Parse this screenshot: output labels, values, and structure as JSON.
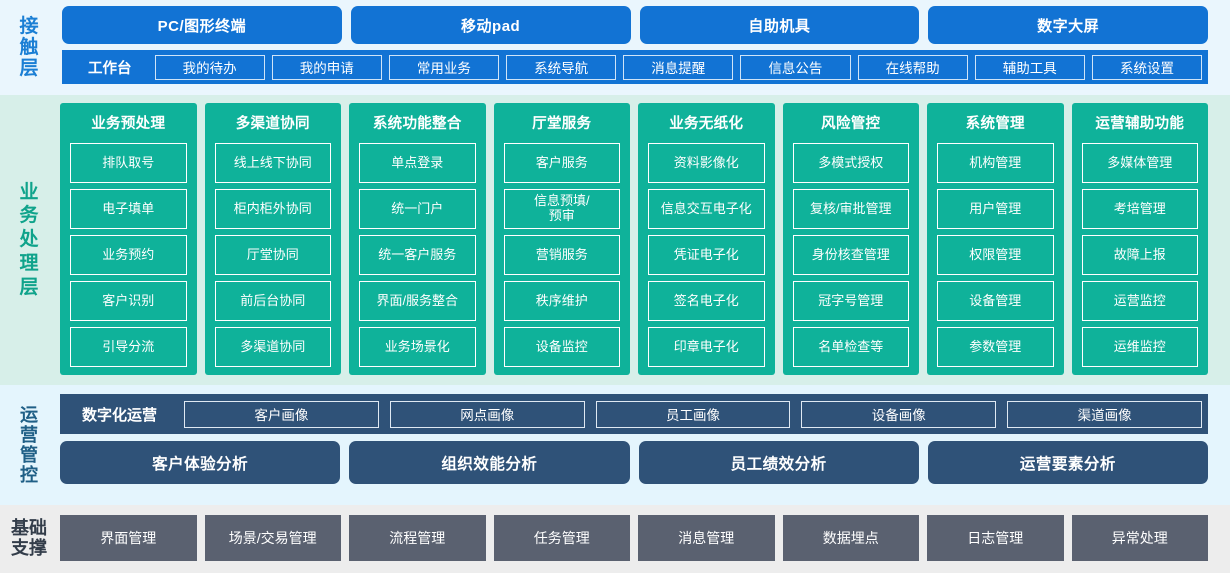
{
  "layers": {
    "contact": {
      "label": "接触层",
      "label_chars": [
        "接",
        "触",
        "层"
      ],
      "channels": [
        "PC/图形终端",
        "移动pad",
        "自助机具",
        "数字大屏"
      ],
      "nav_title": "工作台",
      "nav_items": [
        "我的待办",
        "我的申请",
        "常用业务",
        "系统导航",
        "消息提醒",
        "信息公告",
        "在线帮助",
        "辅助工具",
        "系统设置"
      ],
      "colors": {
        "background": "#eaf6fd",
        "accent": "#1273d4",
        "label": "#1b7fd4"
      }
    },
    "business": {
      "label": "业务处理层",
      "label_chars": [
        "业",
        "务",
        "处",
        "理",
        "层"
      ],
      "colors": {
        "background": "#d7efe9",
        "accent": "#0fb29a",
        "label": "#0fa38b"
      },
      "columns": [
        {
          "title": "业务预处理",
          "items": [
            "排队取号",
            "电子填单",
            "业务预约",
            "客户识别",
            "引导分流"
          ]
        },
        {
          "title": "多渠道协同",
          "items": [
            "线上线下协同",
            "柜内柜外协同",
            "厅堂协同",
            "前后台协同",
            "多渠道协同"
          ]
        },
        {
          "title": "系统功能整合",
          "items": [
            "单点登录",
            "统一门户",
            "统一客户服务",
            "界面/服务整合",
            "业务场景化"
          ]
        },
        {
          "title": "厅堂服务",
          "items": [
            "客户服务",
            "信息预填/\n预审",
            "营销服务",
            "秩序维护",
            "设备监控"
          ]
        },
        {
          "title": "业务无纸化",
          "items": [
            "资料影像化",
            "信息交互电子化",
            "凭证电子化",
            "签名电子化",
            "印章电子化"
          ]
        },
        {
          "title": "风险管控",
          "items": [
            "多模式授权",
            "复核/审批管理",
            "身份核查管理",
            "冠字号管理",
            "名单检查等"
          ]
        },
        {
          "title": "系统管理",
          "items": [
            "机构管理",
            "用户管理",
            "权限管理",
            "设备管理",
            "参数管理"
          ]
        },
        {
          "title": "运营辅助功能",
          "items": [
            "多媒体管理",
            "考培管理",
            "故障上报",
            "运营监控",
            "运维监控"
          ]
        }
      ]
    },
    "operation": {
      "label": "运营管控",
      "label_chars": [
        "运",
        "营",
        "管",
        "控"
      ],
      "row1_title": "数字化运营",
      "row1_items": [
        "客户画像",
        "网点画像",
        "员工画像",
        "设备画像",
        "渠道画像"
      ],
      "row2_items": [
        "客户体验分析",
        "组织效能分析",
        "员工绩效分析",
        "运营要素分析"
      ],
      "colors": {
        "background": "#e4f5fd",
        "accent": "#2f5278",
        "label": "#1f5f86"
      }
    },
    "foundation": {
      "label": "基础支撑",
      "label_lines": [
        "基础",
        "支撑"
      ],
      "items": [
        "界面管理",
        "场景/交易管理",
        "流程管理",
        "任务管理",
        "消息管理",
        "数据埋点",
        "日志管理",
        "异常处理"
      ],
      "colors": {
        "background": "#ededed",
        "accent": "#5a6170",
        "label": "#333d4a"
      }
    }
  }
}
